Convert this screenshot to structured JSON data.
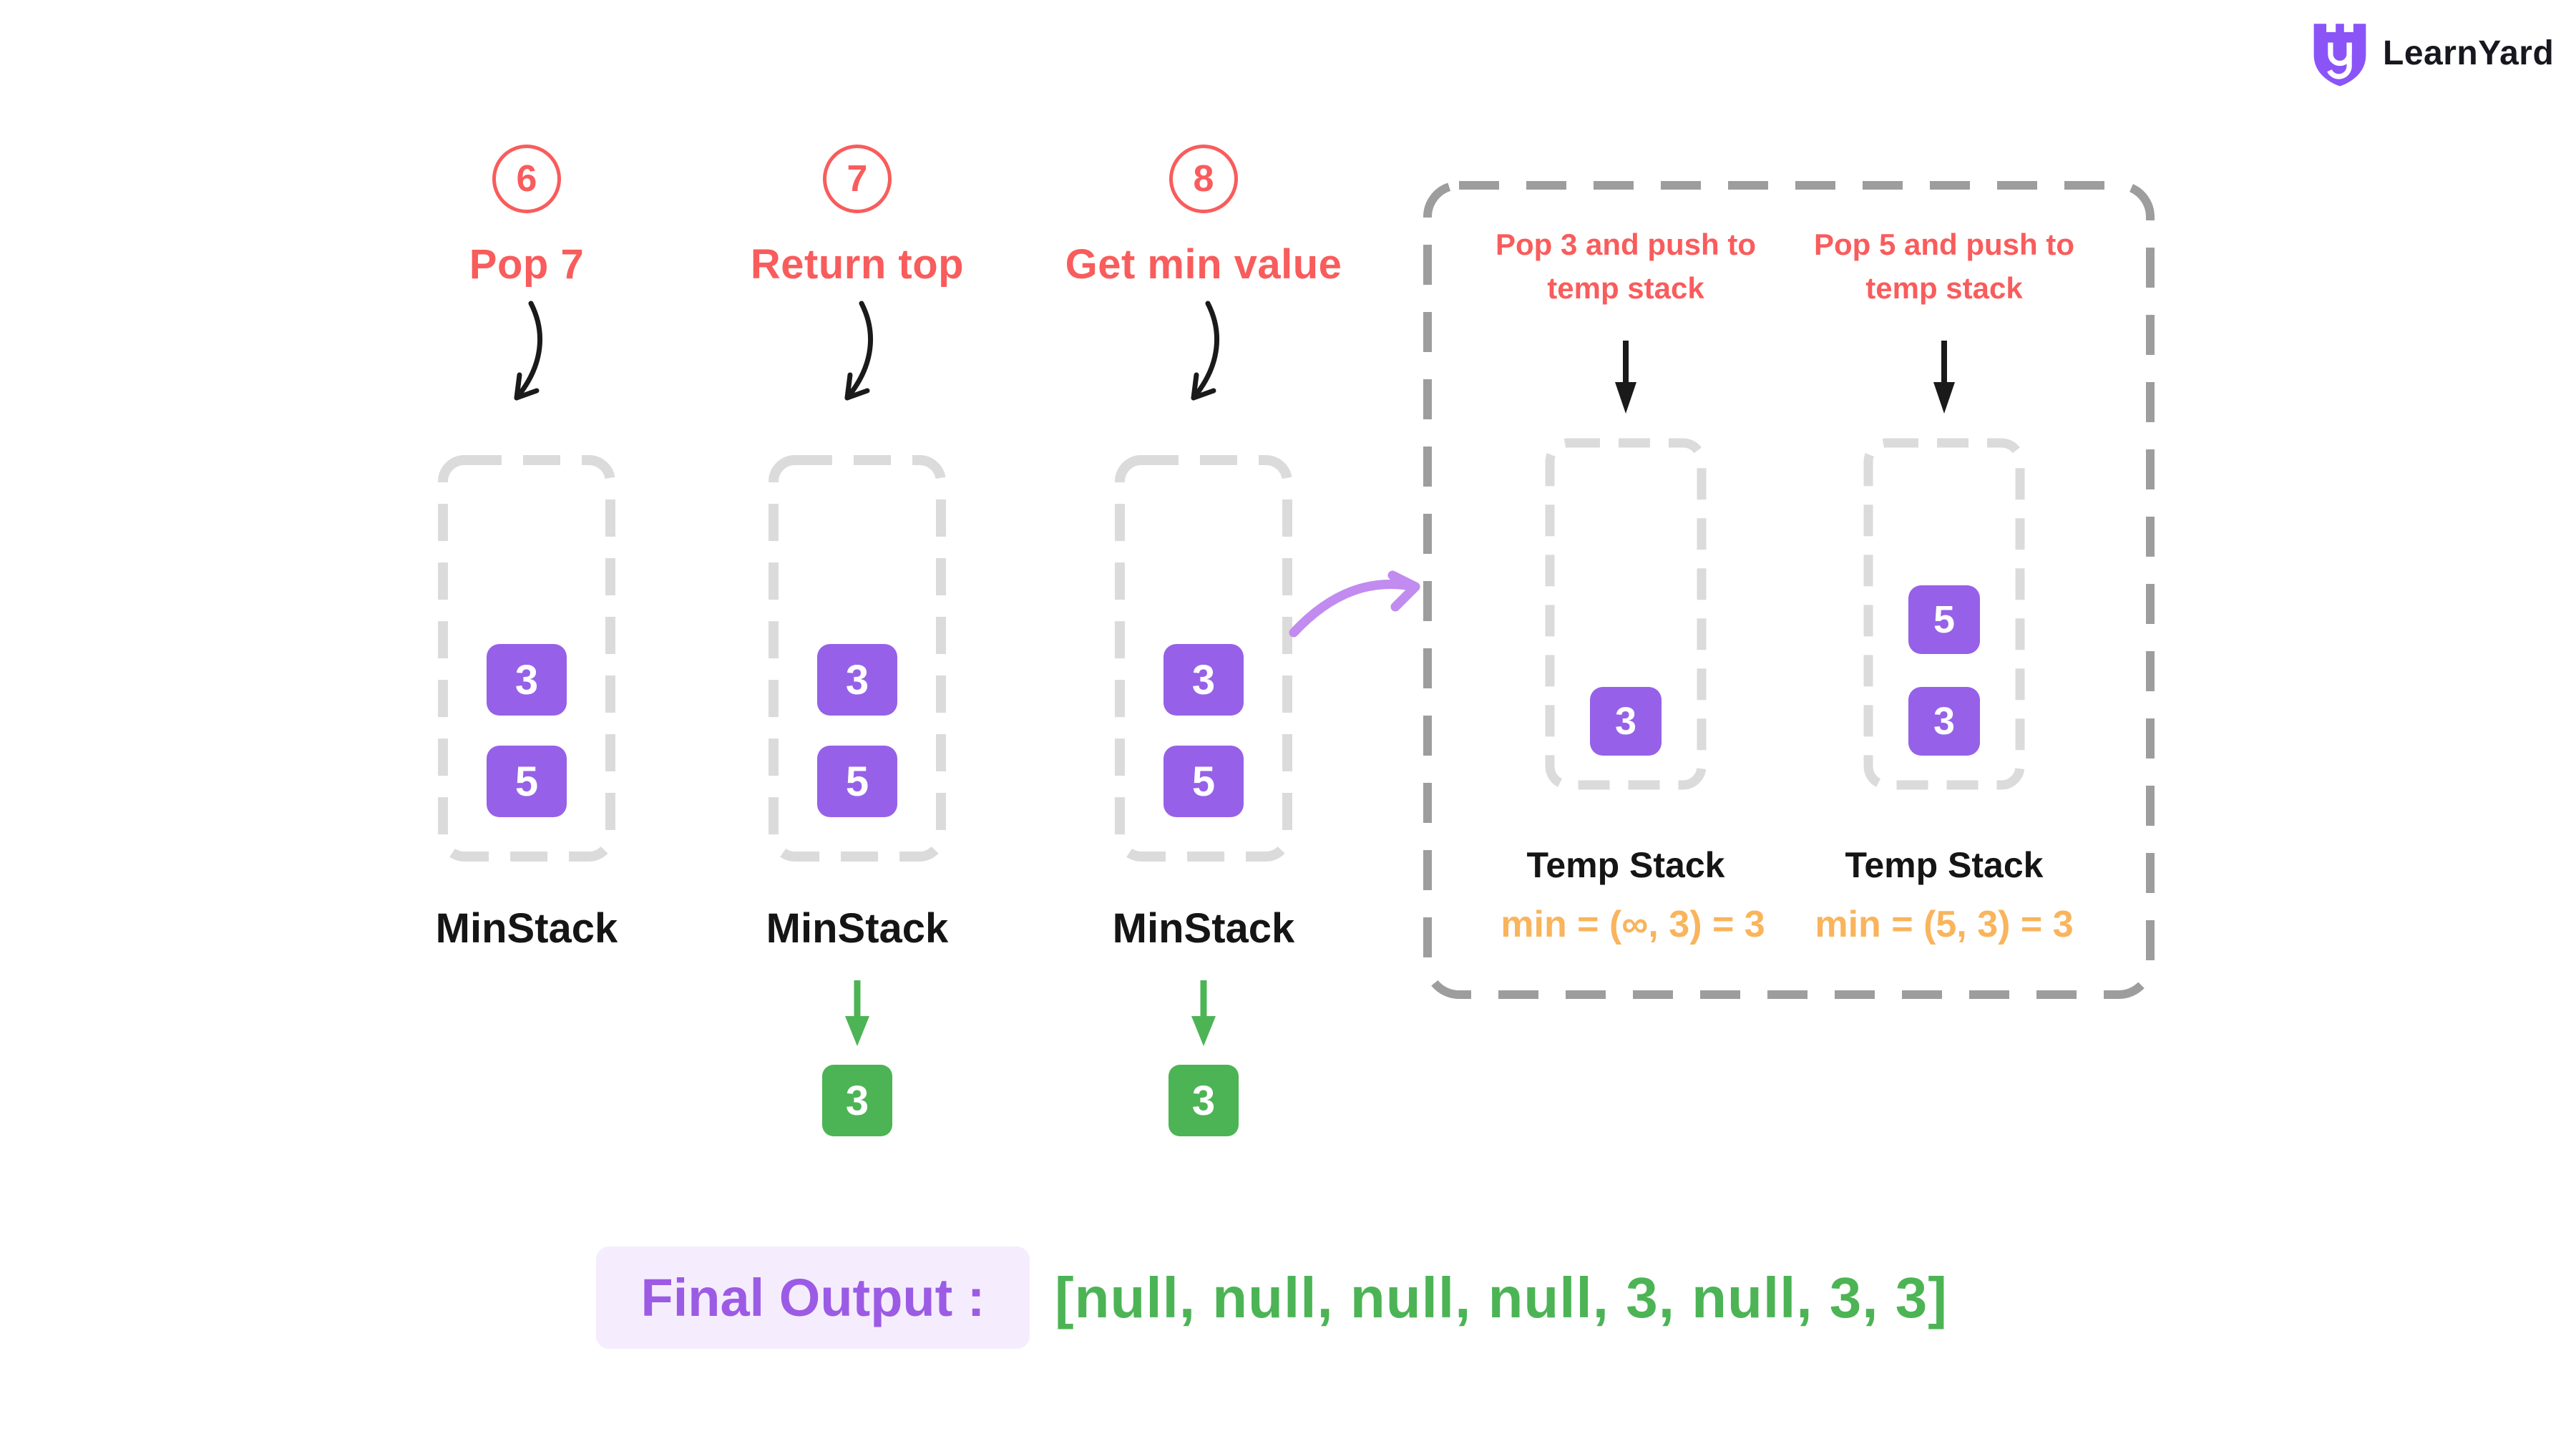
{
  "brand": {
    "name": "LearnYard",
    "logo_icon": "shield-ly-icon",
    "logo_color": "#8A54F7"
  },
  "steps": [
    {
      "number": "6",
      "label": "Pop 7",
      "stack_label": "MinStack",
      "stack_values": [
        "3",
        "5"
      ],
      "result": null
    },
    {
      "number": "7",
      "label": "Return top",
      "stack_label": "MinStack",
      "stack_values": [
        "3",
        "5"
      ],
      "result": "3"
    },
    {
      "number": "8",
      "label": "Get min value",
      "stack_label": "MinStack",
      "stack_values": [
        "3",
        "5"
      ],
      "result": "3"
    }
  ],
  "temp_panel": {
    "columns": [
      {
        "header_line1": "Pop 3 and push to",
        "header_line2": "temp stack",
        "stack_label": "Temp Stack",
        "values": [
          "3"
        ],
        "min_text": "min = (∞, 3) = 3"
      },
      {
        "header_line1": "Pop 5 and push to",
        "header_line2": "temp stack",
        "stack_label": "Temp Stack",
        "values": [
          "5",
          "3"
        ],
        "min_text": "min = (5, 3) = 3"
      }
    ]
  },
  "final_output": {
    "label": "Final Output :",
    "value": "[null, null, null, null, 3, null, 3, 3]"
  },
  "icons": {
    "step_arrow": "curved-down-arrow",
    "result_arrow": "straight-down-arrow",
    "push_arrow": "straight-down-arrow",
    "panel_link_arrow": "curved-right-arrow"
  },
  "colors": {
    "accent_red": "#F95C5C",
    "value_purple": "#9661E8",
    "result_green": "#4CB455",
    "min_orange": "#F9B45C",
    "stack_dash_gray": "#DBDBDB",
    "panel_dash_gray": "#9D9D9D",
    "final_chip_bg": "#F5EDFD",
    "final_label_purple": "#9C5BE4",
    "link_arrow_purple": "#C18BF0",
    "text_dark": "#151515"
  }
}
